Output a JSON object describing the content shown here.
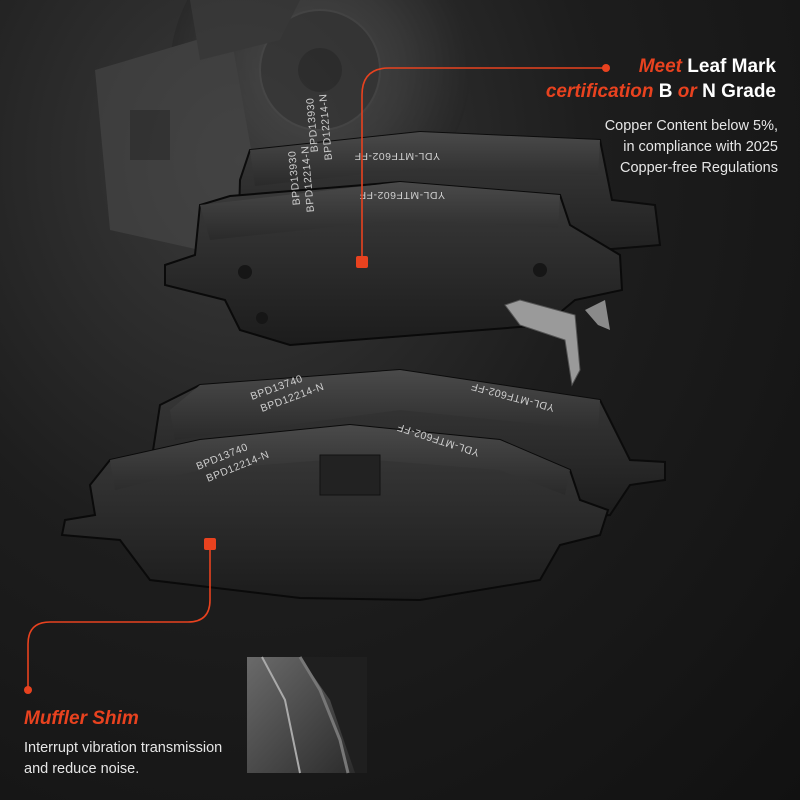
{
  "colors": {
    "accent": "#e8421f",
    "background": "#141414",
    "pad": "#262626",
    "text": "#ffffff"
  },
  "callouts": {
    "certification": {
      "title_line1_accent": "Meet",
      "title_line1_rest": " Leaf Mark",
      "title_line2_accent": "certification",
      "title_line2_b": " B ",
      "title_line2_or": "or",
      "title_line2_n": " N Grade",
      "body_lines": [
        "Copper Content below 5%,",
        "in compliance with 2025",
        "Copper-free Regulations"
      ]
    },
    "shim": {
      "title": "Muffler Shim",
      "body_lines": [
        "Interrupt vibration transmission",
        "and reduce noise."
      ]
    }
  },
  "pad_markings": {
    "rear_top_part": "BPD13930",
    "rear_top_code": "BPD12214-N",
    "rear_top_spec": "YDL-MTF602-FF",
    "rear_front_part": "BPD13930",
    "rear_front_code": "BPD12214-N",
    "rear_front_spec": "YDL-MTF602-FF",
    "front_back_part": "BPD13740",
    "front_back_code": "BPD12214-N",
    "front_back_spec": "YDL-MTF602-FF",
    "front_front_part": "BPD13740",
    "front_front_code": "BPD12214-N",
    "front_front_spec": "YDL-MTF602-FF"
  }
}
